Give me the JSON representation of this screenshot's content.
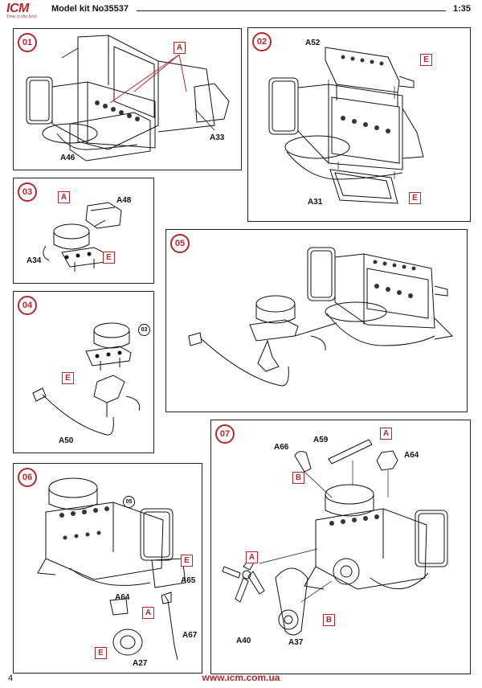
{
  "header": {
    "logo_text": "ICM",
    "logo_tagline": "Time is the best",
    "model": "Model kit No35537",
    "scale": "1:35"
  },
  "steps": [
    {
      "num": "01",
      "parts": [
        "A46",
        "A33"
      ],
      "tags": [
        "A"
      ]
    },
    {
      "num": "02",
      "parts": [
        "A52",
        "A31"
      ],
      "tags": [
        "E",
        "E"
      ]
    },
    {
      "num": "03",
      "parts": [
        "A48",
        "A34"
      ],
      "tags": [
        "A",
        "E"
      ]
    },
    {
      "num": "04",
      "parts": [
        "A50"
      ],
      "tags": [
        "E"
      ],
      "ref": "03"
    },
    {
      "num": "05",
      "parts": [],
      "tags": []
    },
    {
      "num": "06",
      "parts": [
        "A65",
        "A64",
        "A67",
        "A27"
      ],
      "tags": [
        "E",
        "A",
        "E"
      ],
      "ref": "05"
    },
    {
      "num": "07",
      "parts": [
        "A66",
        "A59",
        "A64",
        "A40",
        "A37"
      ],
      "tags": [
        "A",
        "B",
        "A",
        "B"
      ]
    }
  ],
  "footer": {
    "page": "4",
    "url": "www.icm.com.ua"
  },
  "colors": {
    "accent": "#b7262b",
    "line": "#222222"
  }
}
